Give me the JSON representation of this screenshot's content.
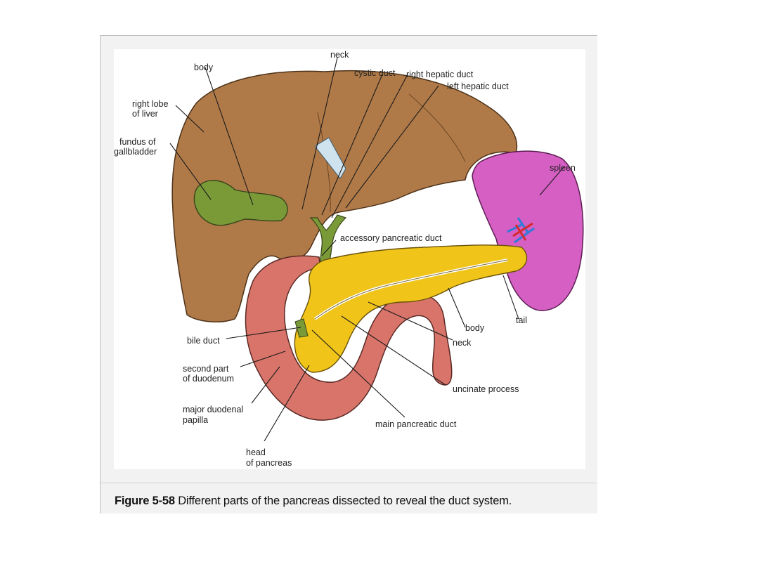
{
  "figure": {
    "labels": {
      "neck_top": "neck",
      "body_liver": "body",
      "cystic_duct": "cystic duct",
      "right_hepatic_duct": "right hepatic duct",
      "left_hepatic_duct": "left hepatic duct",
      "right_lobe_1": "right lobe",
      "right_lobe_2": "of liver",
      "fundus_1": "fundus of",
      "fundus_2": "gallbladder",
      "spleen": "spleen",
      "accessory_duct": "accessory pancreatic duct",
      "tail": "tail",
      "body_pancreas": "body",
      "neck_pancreas": "neck",
      "bile_duct": "bile duct",
      "second_part_1": "second part",
      "second_part_2": "of duodenum",
      "uncinate": "uncinate process",
      "papilla_1": "major duodenal",
      "papilla_2": "papilla",
      "main_duct": "main pancreatic duct",
      "head_1": "head",
      "head_2": "of pancreas"
    },
    "colors": {
      "liver": "#b07a48",
      "gallbladder": "#7a9a38",
      "pancreas": "#f0c419",
      "duodenum": "#d9746a",
      "spleen": "#d65fc4"
    }
  },
  "caption": {
    "number": "Figure 5-58",
    "text": " Different parts of the pancreas dissected to reveal the duct system."
  }
}
